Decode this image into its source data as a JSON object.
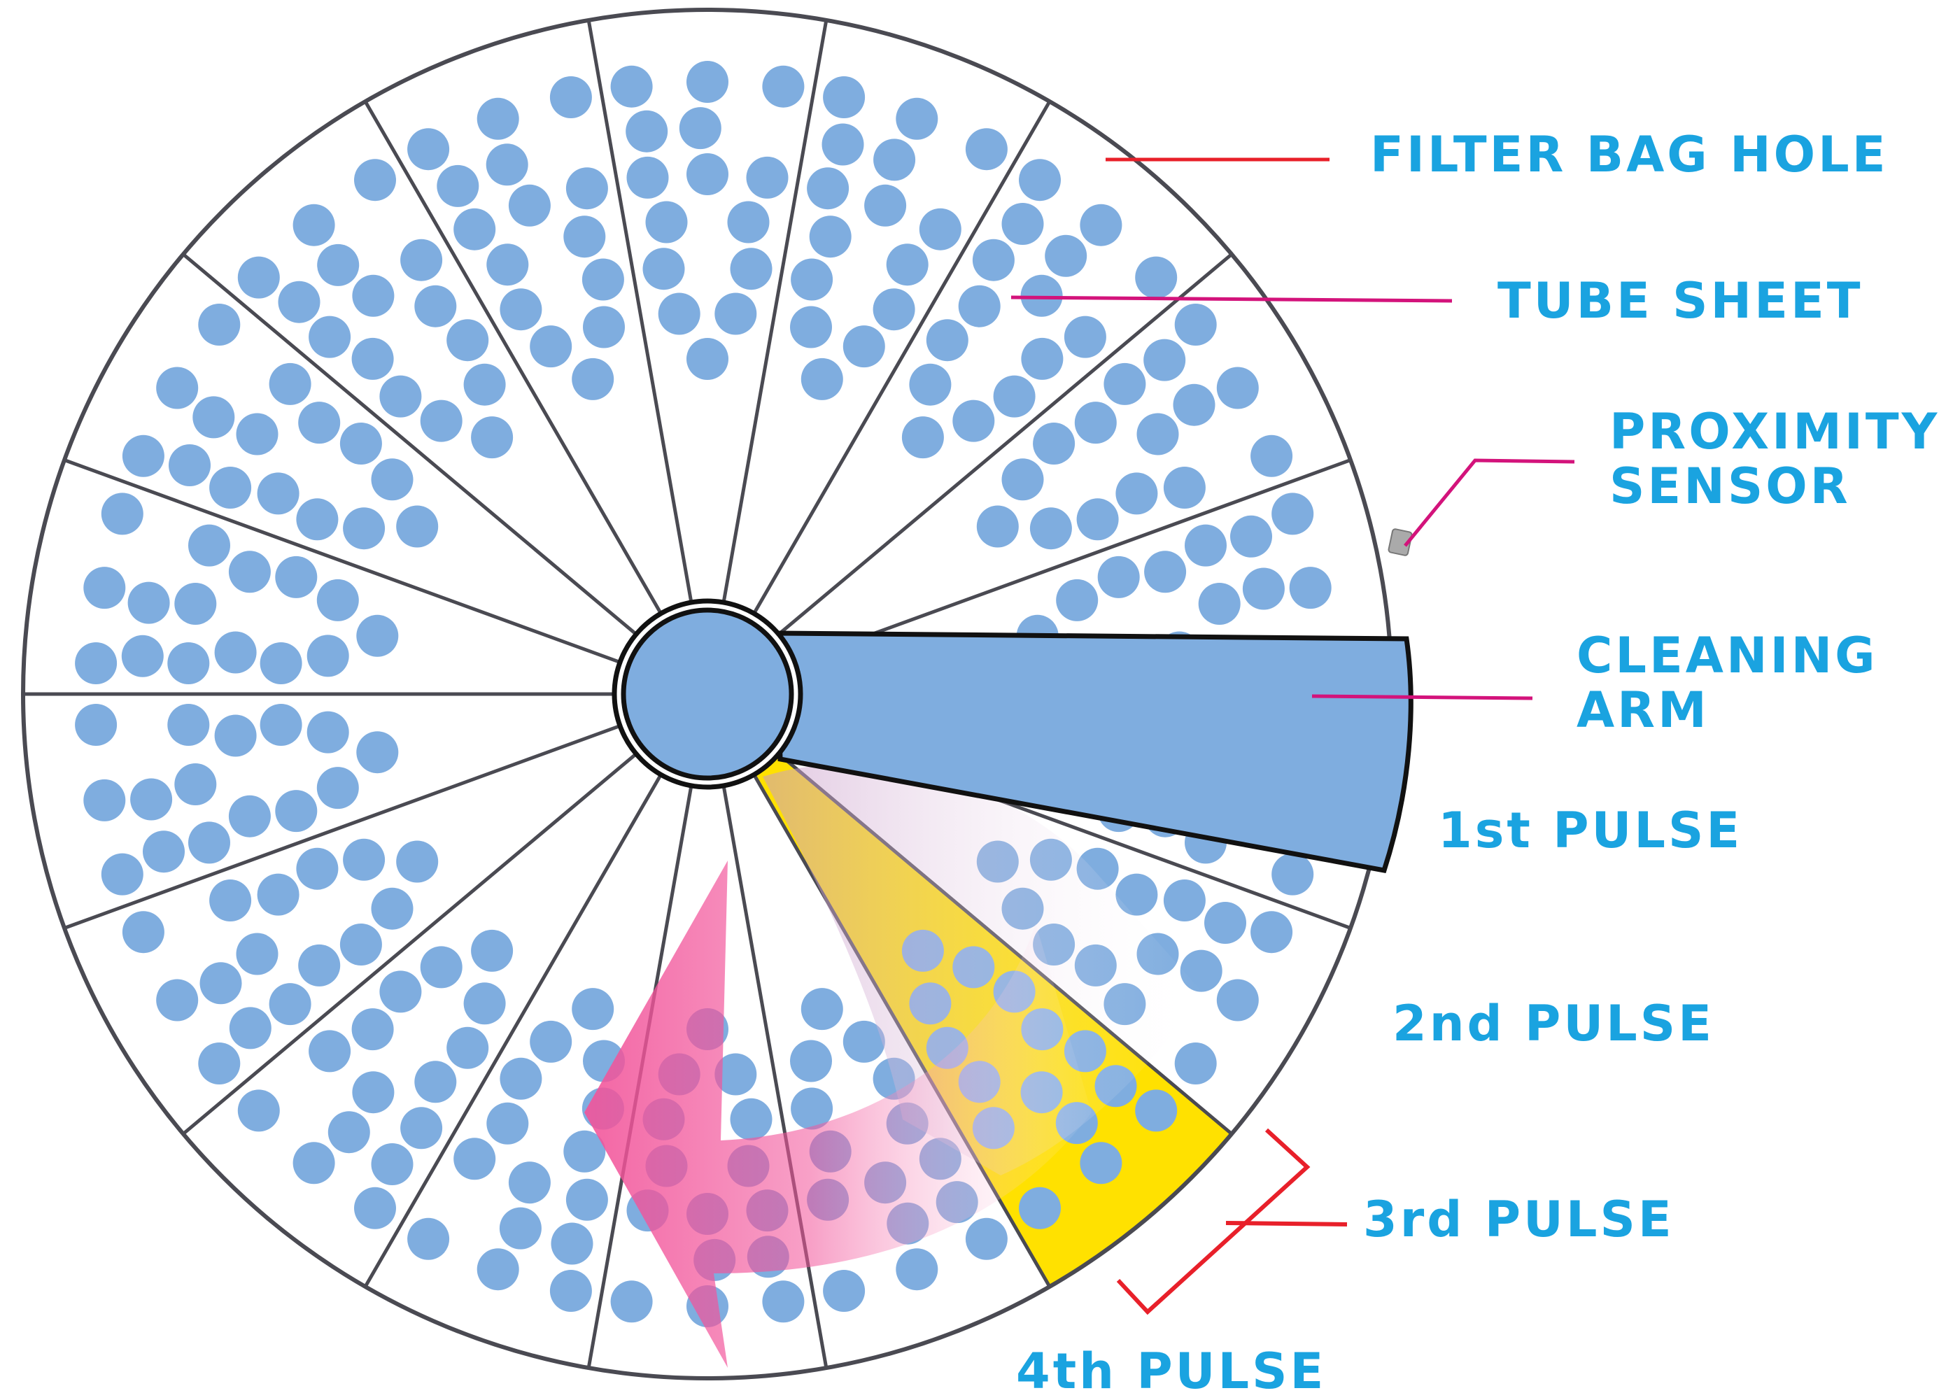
{
  "labels": {
    "filter_bag_hole": "FILTER BAG HOLE",
    "tube_sheet": "TUBE SHEET",
    "proximity_sensor_line1": "PROXIMITY",
    "proximity_sensor_line2": "SENSOR",
    "cleaning_arm_line1": "CLEANING",
    "cleaning_arm_line2": "ARM",
    "pulse_1": "1st PULSE",
    "pulse_2": "2nd PULSE",
    "pulse_3": "3rd PULSE",
    "pulse_4": "4th PULSE"
  },
  "colors": {
    "label_text": "#1aa3e0",
    "hole_fill": "#7faddf",
    "outline": "#4a4a52",
    "pointer_red": "#e8202a",
    "pointer_magenta": "#d3137b",
    "highlight_yellow": "#ffe100",
    "rotation_arrow": "#f2549a",
    "sensor": "#aaaaaa"
  },
  "tube_sheet": {
    "sector_count": 18
  }
}
